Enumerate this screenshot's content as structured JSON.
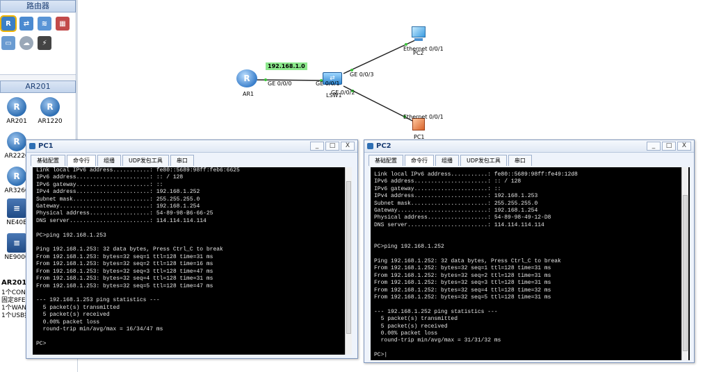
{
  "left_panel": {
    "header": "路由器",
    "subheader": "AR201",
    "devices": [
      "AR201",
      "AR1220",
      "AR2220",
      "AR3260",
      "NE40E",
      "NE9000"
    ],
    "info": {
      "title": "AR201",
      "lines": [
        "1个CON/",
        "固定8FE",
        "1个WAN",
        "1个USB接"
      ]
    }
  },
  "topology": {
    "ip_tag": "192.168.1.0",
    "nodes": {
      "ar1": "AR1",
      "lsw1": "LSW1",
      "pc1": "PC1",
      "pc2": "PC2"
    },
    "ports": {
      "ar1_ge": "GE 0/0/0",
      "lsw_ge1": "GE 0/0/1",
      "lsw_ge2": "GE 0/0/2",
      "lsw_ge3": "GE 0/0/3",
      "pc2_eth": "Ethernet 0/0/1",
      "pc1_eth": "Ethernet 0/0/1"
    }
  },
  "tabs": [
    "基础配置",
    "命令行",
    "组播",
    "UDP发包工具",
    "串口"
  ],
  "window_buttons": {
    "minimize": "_",
    "maximize": "□",
    "close": "X"
  },
  "pc1": {
    "title": "PC1",
    "terminal": [
      "Link local IPv6 address...........: fe80::5689:98ff:feb6:6625",
      "IPv6 address......................: :: / 128",
      "IPv6 gateway......................: ::",
      "IPv4 address......................: 192.168.1.252",
      "Subnet mask.......................: 255.255.255.0",
      "Gateway...........................: 192.168.1.254",
      "Physical address..................: 54-89-98-B6-66-25",
      "DNS server........................: 114.114.114.114",
      "",
      "PC>ping 192.168.1.253",
      "",
      "Ping 192.168.1.253: 32 data bytes, Press Ctrl_C to break",
      "From 192.168.1.253: bytes=32 seq=1 ttl=128 time=31 ms",
      "From 192.168.1.253: bytes=32 seq=2 ttl=128 time=16 ms",
      "From 192.168.1.253: bytes=32 seq=3 ttl=128 time=47 ms",
      "From 192.168.1.253: bytes=32 seq=4 ttl=128 time=31 ms",
      "From 192.168.1.253: bytes=32 seq=5 ttl=128 time=47 ms",
      "",
      "--- 192.168.1.253 ping statistics ---",
      "  5 packet(s) transmitted",
      "  5 packet(s) received",
      "  0.00% packet loss",
      "  round-trip min/avg/max = 16/34/47 ms",
      "",
      "PC>"
    ]
  },
  "pc2": {
    "title": "PC2",
    "terminal": [
      "Link local IPv6 address...........: fe80::5689:98ff:fe49:12d8",
      "IPv6 address......................: :: / 128",
      "IPv6 gateway......................: ::",
      "IPv4 address......................: 192.168.1.253",
      "Subnet mask.......................: 255.255.255.0",
      "Gateway...........................: 192.168.1.254",
      "Physical address..................: 54-89-98-49-12-D8",
      "DNS server........................: 114.114.114.114",
      "",
      "",
      "PC>ping 192.168.1.252",
      "",
      "Ping 192.168.1.252: 32 data bytes, Press Ctrl_C to break",
      "From 192.168.1.252: bytes=32 seq=1 ttl=128 time=31 ms",
      "From 192.168.1.252: bytes=32 seq=2 ttl=128 time=31 ms",
      "From 192.168.1.252: bytes=32 seq=3 ttl=128 time=31 ms",
      "From 192.168.1.252: bytes=32 seq=4 ttl=128 time=32 ms",
      "From 192.168.1.252: bytes=32 seq=5 ttl=128 time=31 ms",
      "",
      "--- 192.168.1.252 ping statistics ---",
      "  5 packet(s) transmitted",
      "  5 packet(s) received",
      "  0.00% packet loss",
      "  round-trip min/avg/max = 31/31/32 ms",
      "",
      "PC>|"
    ]
  }
}
